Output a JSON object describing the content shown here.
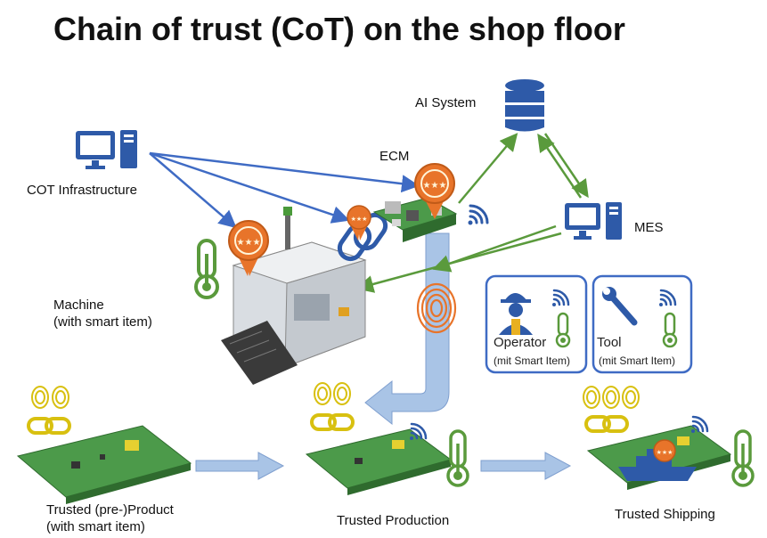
{
  "title": "Chain of trust (CoT) on the shop floor",
  "labels": {
    "ai_system": "AI System",
    "ecm": "ECM",
    "cot_infrastructure": "COT Infrastructure",
    "mes": "MES",
    "machine_line1": "Machine",
    "machine_line2": "(with smart item)",
    "operator": "Operator",
    "operator_sub": "(mit Smart Item)",
    "tool": "Tool",
    "tool_sub": "(mit Smart Item)",
    "pre_product_line1": "Trusted (pre-)Product",
    "pre_product_line2": "(with smart item)",
    "production": "Trusted Production",
    "shipping": "Trusted Shipping"
  },
  "colors": {
    "blue_arrow": "#3f6bc4",
    "green_arrow": "#5a9a3c",
    "flow_arrow": "#a9c4e6",
    "badge": "#e8742a",
    "pcb": "#4c9a4a",
    "icon_blue": "#2e5aa8"
  }
}
